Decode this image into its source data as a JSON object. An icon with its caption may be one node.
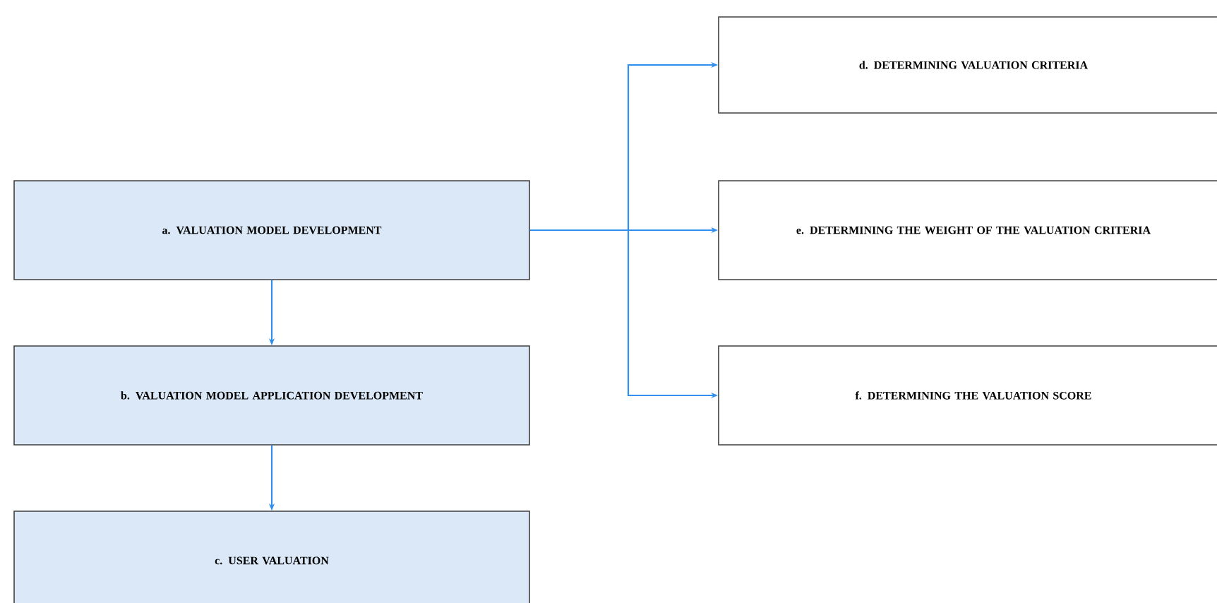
{
  "diagram": {
    "nodes": [
      {
        "text": [
          "a. VALUATION MODEL DEVELOPMENT"
        ]
      },
      {
        "text": [
          "b. VALUATION MODEL APPLICATION DEVELOPMENT"
        ]
      },
      {
        "text": [
          "c. USER VALUATION"
        ]
      },
      {
        "text": [
          "d. DETERMINING VALUATION CRITERIA"
        ]
      },
      {
        "text": [
          "e. DETERMINING THE WEIGHT OF THE VALUATION CRITERIA"
        ]
      },
      {
        "text": [
          "f. DETERMINING THE VALUATION SCORE"
        ]
      }
    ],
    "edges": [
      {
        "from": 0,
        "to": 1,
        "arrow": "to"
      },
      {
        "from": 1,
        "to": 2,
        "arrow": "to"
      },
      {
        "from": 0,
        "to": 3,
        "arrow": "to"
      },
      {
        "from": 0,
        "to": 4,
        "arrow": "to"
      },
      {
        "from": 0,
        "to": 5,
        "arrow": "to"
      }
    ]
  }
}
